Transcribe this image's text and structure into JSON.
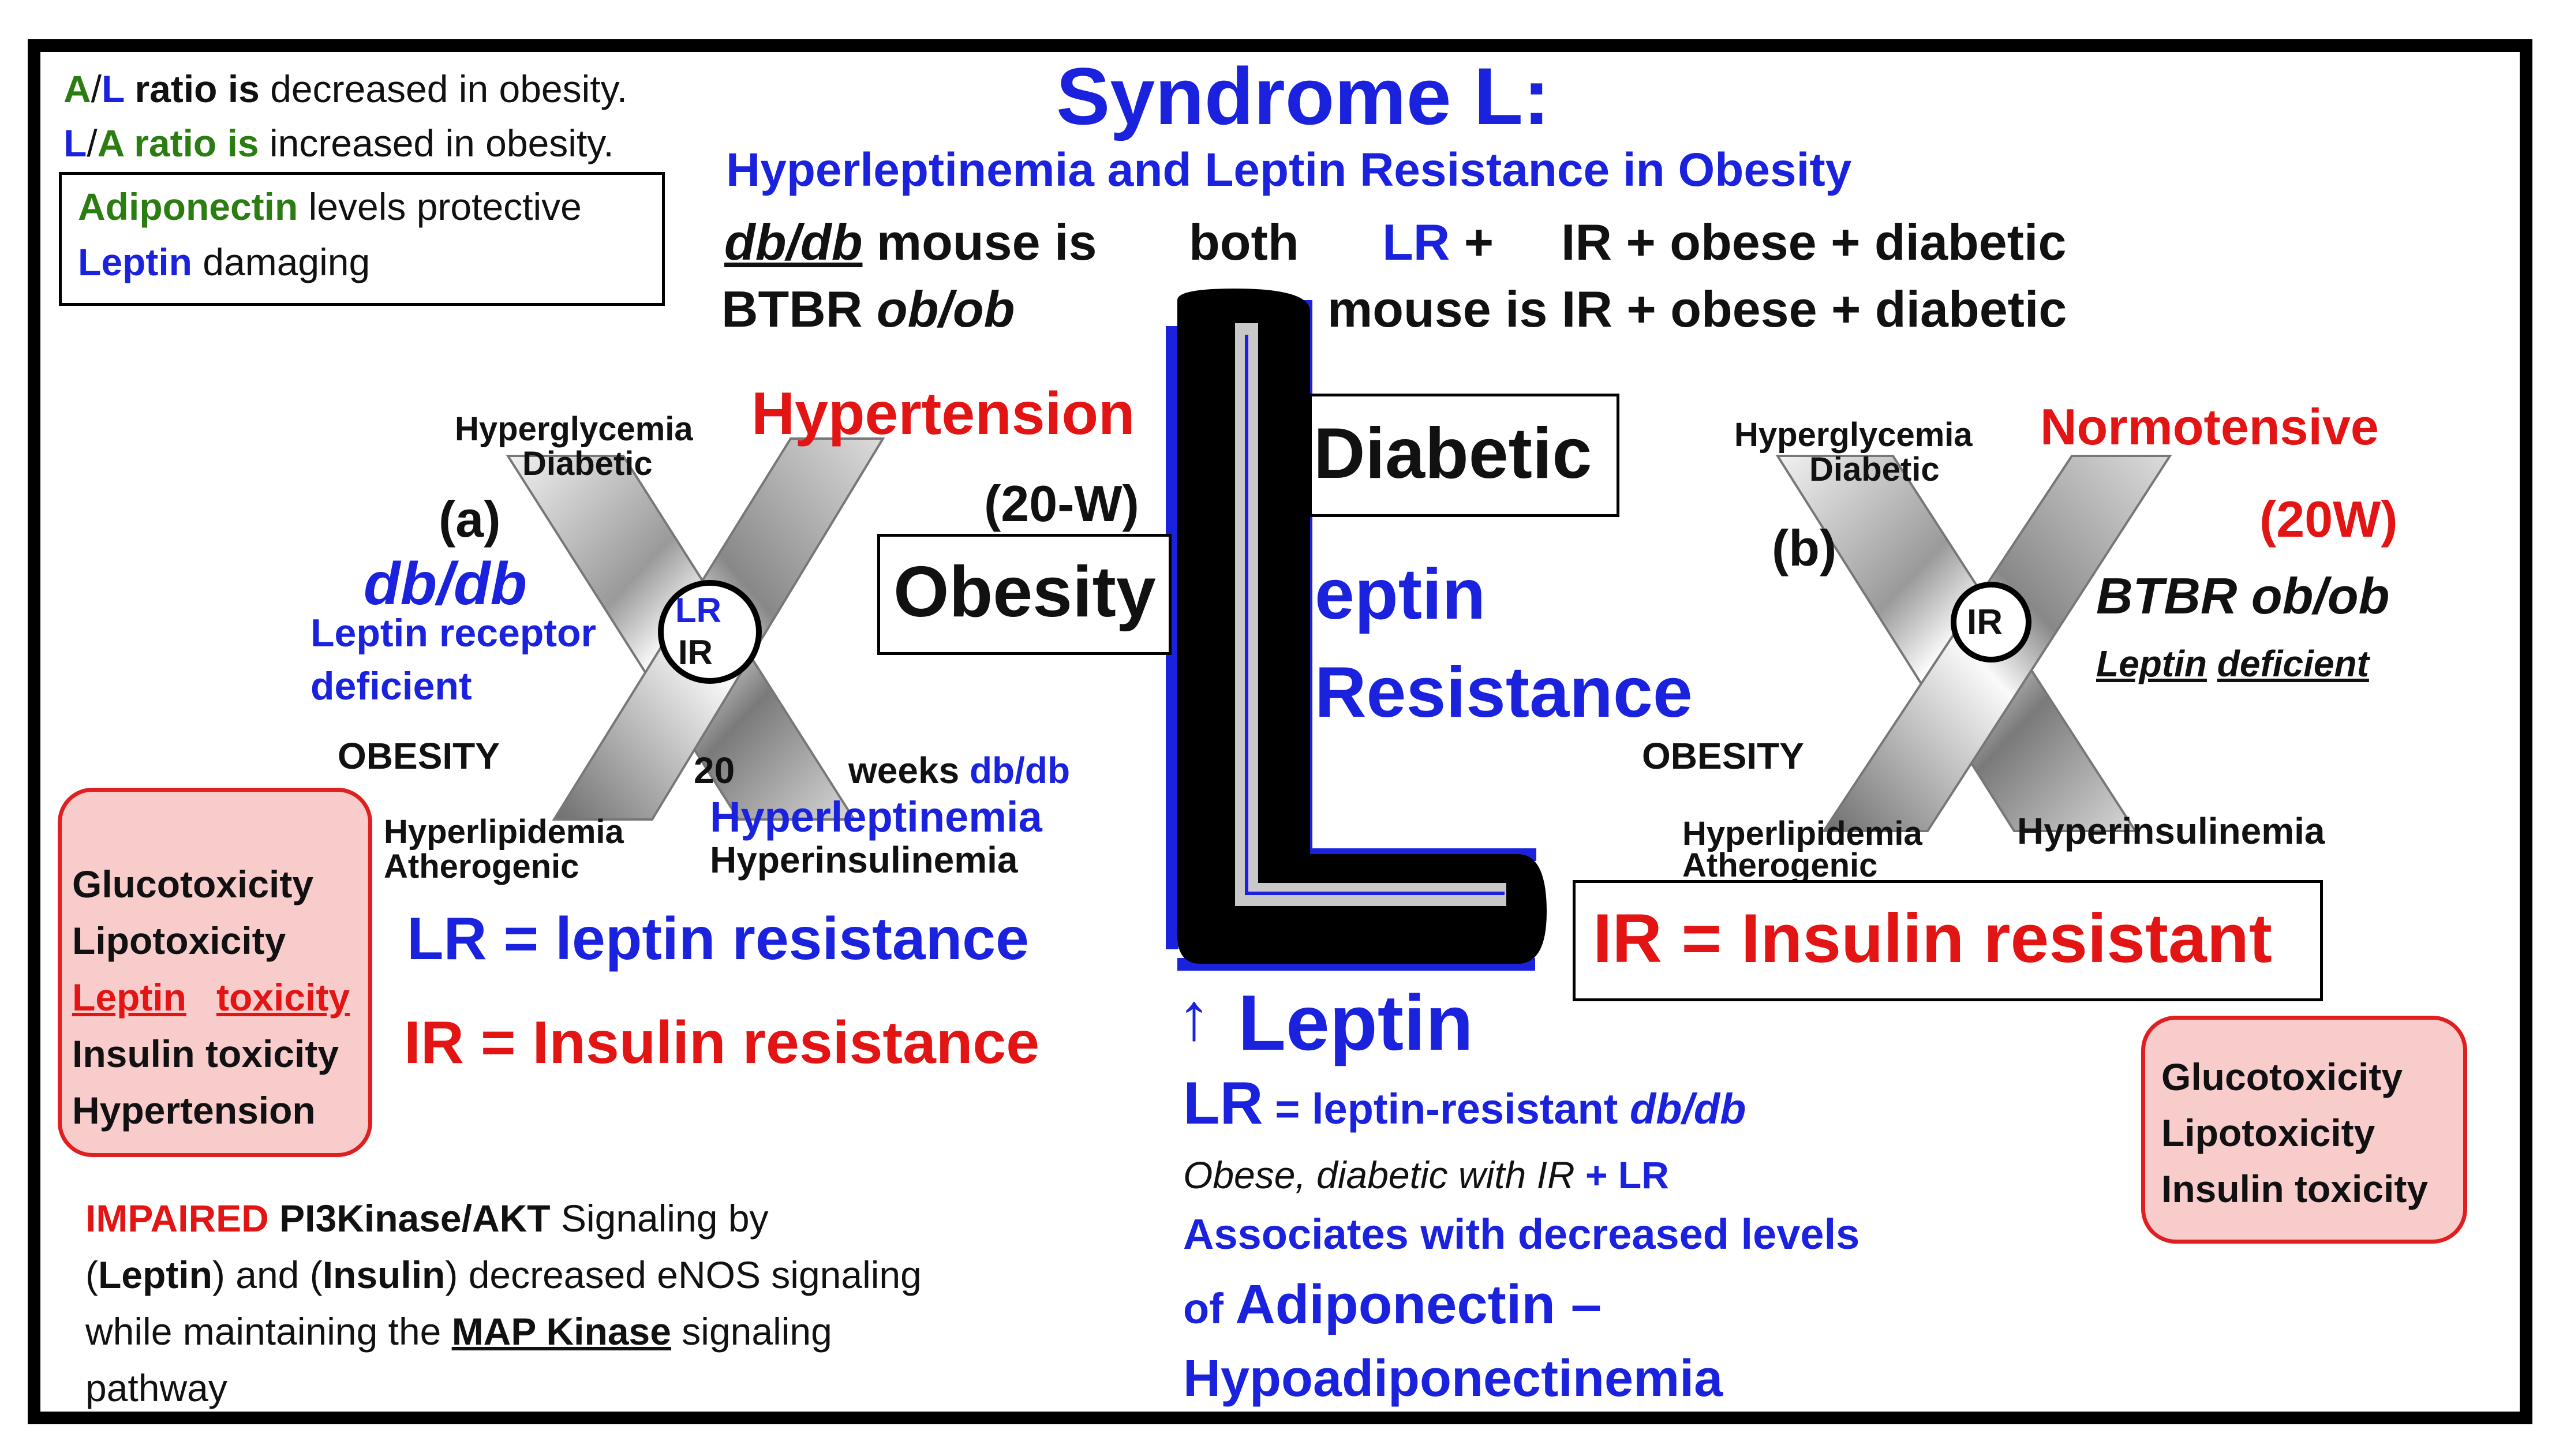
{
  "colors": {
    "blue": "#1a22dd",
    "red": "#e21414",
    "green": "#2b7d12",
    "black": "#111111",
    "pink": "#f9cccc"
  },
  "ratio_lines": {
    "line1": {
      "A": "A",
      "slash": "/",
      "L": "L",
      "bold": " ratio is",
      "rest": " decreased in obesity."
    },
    "line2": {
      "L": "L",
      "slash": "/",
      "A": "A ratio is",
      "rest": " increased in obesity."
    }
  },
  "protect_box": {
    "adiponectin": "Adiponectin",
    "adiponectin_rest": " levels protective",
    "leptin": "Leptin",
    "leptin_rest": " damaging"
  },
  "header": {
    "title": "Syndrome L:",
    "subtitle": "Hyperleptinemia and Leptin Resistance in Obesity",
    "dbdb_label": "db/db",
    "dbdb_mouse": " mouse is",
    "both": "both",
    "lr_plus": "LR",
    "plus": " +",
    "ir_obese": "IR + obese + diabetic",
    "btbr": "BTBR ",
    "obob": "ob/ob",
    "btbr_rest": "mouse is IR + obese + diabetic"
  },
  "left_x": {
    "hyperglycemia": "Hyperglycemia",
    "diabetic": "Diabetic",
    "hypertension": "Hypertension",
    "label_a": "(a)",
    "dbdb": "db/db",
    "leptin_receptor": "Leptin receptor",
    "deficient": "deficient",
    "lr": "LR",
    "ir": "IR",
    "obesity": "OBESITY",
    "twenty": "20",
    "weeks": "weeks ",
    "weeks_dbdb": "db/db",
    "hyperlipidemia": "Hyperlipidemia",
    "atherogenic": "Atherogenic",
    "hyperleptinemia": "Hyperleptinemia",
    "hyperinsulinemia": "Hyperinsulinemia"
  },
  "center": {
    "twenty_w": "(20-W)",
    "obesity": "Obesity",
    "diabetic": "Diabetic",
    "leptin": "eptin",
    "resistance": "Resistance",
    "arrow": "↑",
    "leptin_up": "Leptin"
  },
  "right_x": {
    "hyperglycemia": "Hyperglycemia",
    "diabetic": "Diabetic",
    "normotensive": "Normotensive",
    "twenty_w": "(20W)",
    "label_b": "(b)",
    "ir": "IR",
    "btbr_obob": "BTBR ob/ob",
    "leptin": "Leptin",
    "deficient": "deficient",
    "obesity": "OBESITY",
    "hyperlipidemia": "Hyperlipidemia",
    "atherogenic": "Atherogenic",
    "hyperinsulinemia": "Hyperinsulinemia"
  },
  "left_toxicity": [
    "Glucotoxicity",
    "Lipotoxicity",
    "Leptin",
    "toxicity",
    "Insulin toxicity",
    "Hypertension"
  ],
  "legend_left": {
    "lr_def": "LR = leptin resistance",
    "ir_def": "IR = Insulin resistance"
  },
  "ir_box": "IR = Insulin resistant",
  "right_toxicity": [
    "Glucotoxicity",
    "Lipotoxicity",
    "Insulin toxicity"
  ],
  "signaling": {
    "impaired": "IMPAIRED",
    "pi3k": " PI3Kinase/AKT",
    "line1_rest": " Signaling by",
    "open1": "(",
    "leptin": "Leptin",
    "mid": ") and (",
    "insulin": "Insulin",
    "line2_rest": ")  decreased eNOS signaling",
    "line3_start": "while maintaining the ",
    "map_kinase": "MAP Kinase",
    "line3_rest": " signaling",
    "line4": "pathway"
  },
  "bottom_center": {
    "lr": "LR",
    "lr_rest": " = leptin-resistant ",
    "lr_dbdb": "db/db",
    "obese": "Obese, diabetic with IR",
    "plus_lr": " + LR",
    "associates": "Associates with decreased levels",
    "of": "of ",
    "adiponectin": "Adiponectin –",
    "hypo": "Hypoadiponectinemia"
  }
}
